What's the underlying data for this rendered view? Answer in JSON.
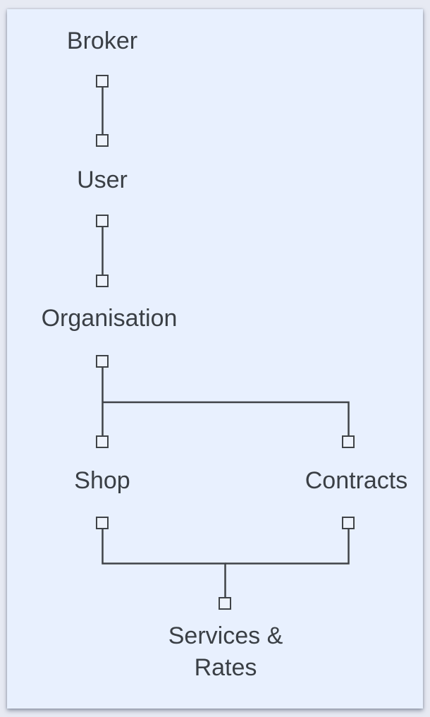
{
  "diagram": {
    "colors": {
      "canvas_background": "#e8f0fe",
      "page_background": "#e7eaf3",
      "line_color": "#3f4347",
      "text_color": "#3a3f45",
      "endpoint_fill": "#eef3fc"
    },
    "nodes": [
      {
        "id": "broker",
        "label": "Broker"
      },
      {
        "id": "user",
        "label": "User"
      },
      {
        "id": "organisation",
        "label": "Organisation"
      },
      {
        "id": "shop",
        "label": "Shop"
      },
      {
        "id": "contracts",
        "label": "Contracts"
      },
      {
        "id": "services_rates",
        "label": "Services & Rates"
      }
    ],
    "edges": [
      {
        "from": "Broker",
        "to": "User",
        "endpoint_style": "open-square"
      },
      {
        "from": "User",
        "to": "Organisation",
        "endpoint_style": "open-square"
      },
      {
        "from": "Organisation",
        "to": "Shop",
        "endpoint_style": "open-square"
      },
      {
        "from": "Organisation",
        "to": "Contracts",
        "endpoint_style": "open-square"
      },
      {
        "from": "Shop",
        "to": "Services & Rates",
        "endpoint_style": "open-square"
      },
      {
        "from": "Contracts",
        "to": "Services & Rates",
        "endpoint_style": "open-square"
      }
    ]
  }
}
